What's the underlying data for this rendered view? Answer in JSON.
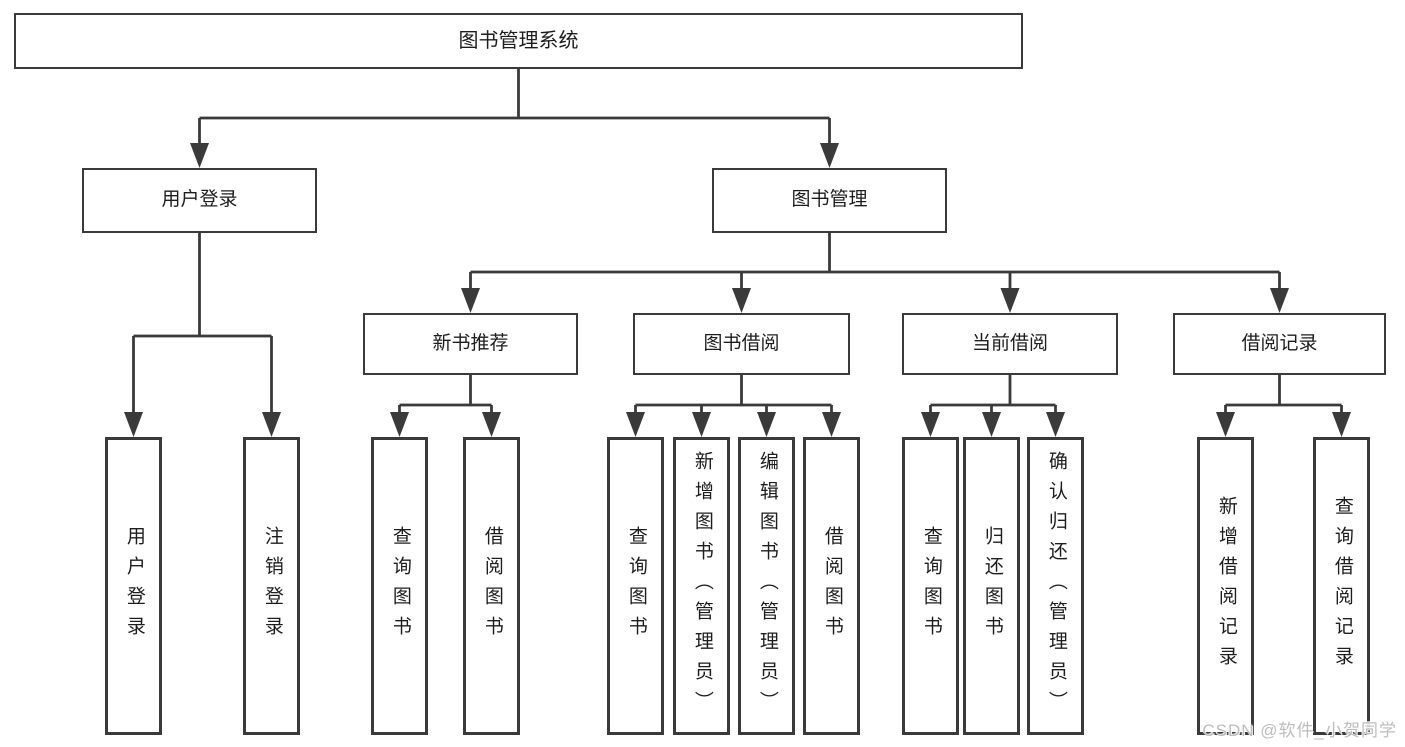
{
  "diagram": {
    "root": {
      "label": "图书管理系统"
    },
    "level1": [
      {
        "label": "用户登录"
      },
      {
        "label": "图书管理"
      }
    ],
    "level2": [
      {
        "label": "新书推荐"
      },
      {
        "label": "图书借阅"
      },
      {
        "label": "当前借阅"
      },
      {
        "label": "借阅记录"
      }
    ],
    "leaves": {
      "login": [
        "用户登录",
        "注销登录"
      ],
      "newbook": [
        "查询图书",
        "借阅图书"
      ],
      "borrow": [
        "查询图书",
        "新增图书（管理员）",
        "编辑图书（管理员）",
        "借阅图书"
      ],
      "current": [
        "查询图书",
        "归还图书",
        "确认归还（管理员）"
      ],
      "records": [
        "新增借阅记录",
        "查询借阅记录"
      ]
    }
  },
  "watermark": {
    "text": "CSDN @软件_小贺同学"
  },
  "colors": {
    "line": "#3a3a3a",
    "text": "#1d1d1d",
    "watermark": "#bdbdbd",
    "background": "#ffffff"
  }
}
